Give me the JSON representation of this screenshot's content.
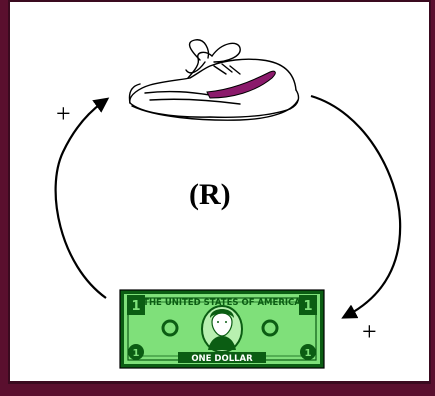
{
  "diagram": {
    "loop_label": "(R)",
    "top_link_polarity": "+",
    "bottom_link_polarity": "+",
    "nodes": [
      {
        "id": "shoe",
        "icon": "sneaker-icon"
      },
      {
        "id": "money",
        "icon": "dollar-bill-icon"
      }
    ],
    "bill": {
      "top_text": "THE UNITED STATES OF AMERICA",
      "bottom_text": "ONE DOLLAR",
      "corner_value": "1"
    }
  },
  "colors": {
    "background": "#5a0f2e",
    "bill_green": "#7fe07a",
    "bill_dark": "#0b5d13",
    "swoosh": "#8b1a6b"
  }
}
